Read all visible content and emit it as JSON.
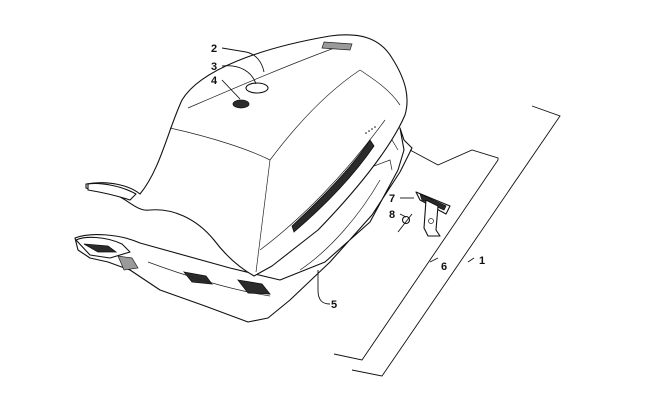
{
  "callouts": [
    {
      "id": "1",
      "label": "1"
    },
    {
      "id": "2",
      "label": "2"
    },
    {
      "id": "3",
      "label": "3"
    },
    {
      "id": "4",
      "label": "4"
    },
    {
      "id": "5",
      "label": "5"
    },
    {
      "id": "6",
      "label": "6"
    },
    {
      "id": "7",
      "label": "7"
    },
    {
      "id": "8",
      "label": "8"
    }
  ],
  "colors": {
    "line": "#111111",
    "background": "#ffffff"
  }
}
